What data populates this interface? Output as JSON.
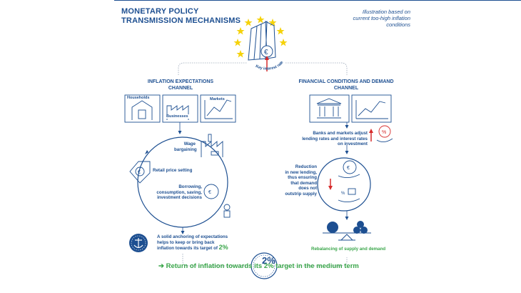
{
  "header": {
    "title_line1": "MONETARY POLICY",
    "title_line2": "TRANSMISSION MECHANISMS",
    "note_line1": "Illustration based on",
    "note_line2": "current too-high inflation",
    "note_line3": "conditions"
  },
  "ecb": {
    "key_rates_label": "Key interest rates"
  },
  "left_channel": {
    "title_line1": "INFLATION EXPECTATIONS",
    "title_line2": "CHANNEL",
    "households": "Households",
    "businesses": "Businesses",
    "markets": "Markets",
    "wage_line1": "Wage",
    "wage_line2": "bargaining",
    "retail": "Retail price setting",
    "borrow_line1": "Borrowing,",
    "borrow_line2": "consumption, saving,",
    "borrow_line3": "investment decisions",
    "anchor_line1": "A solid anchoring of expectations",
    "anchor_line2": "helps to keep or bring back",
    "anchor_line3": "inflation towards its target of",
    "anchor_target": "2%"
  },
  "right_channel": {
    "title_line1": "FINANCIAL CONDITIONS AND DEMAND",
    "title_line2": "CHANNEL",
    "banks_line1": "Banks and markets adjust",
    "banks_line2": "lending rates and interest rates",
    "banks_line3": "on investment",
    "reduction_line1": "Reduction",
    "reduction_line2": "in new lending,",
    "reduction_line3": "thus ensuring",
    "reduction_line4": "that demand",
    "reduction_line5": "does not",
    "reduction_line6": "outstrip supply",
    "rebalancing": "Rebalancing of supply and demand"
  },
  "target_badge": "2%",
  "footer": "➔  Return of inflation towards its 2% target in the medium term",
  "colors": {
    "blue": "#1d4f91",
    "green": "#3aa64a",
    "red": "#d62b2b",
    "yellow": "#f5d20a"
  }
}
